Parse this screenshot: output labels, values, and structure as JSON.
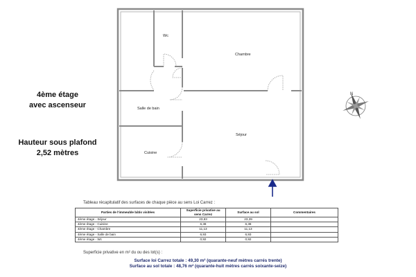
{
  "floor_note": {
    "line1": "4ème étage",
    "line2": "avec ascenseur"
  },
  "ceiling_note": {
    "line1": "Hauteur sous plafond",
    "line2": "2,52 mètres"
  },
  "rooms": {
    "wc": "Wc",
    "chambre": "Chambre",
    "salle_de_bain": "Salle de bain",
    "sejour": "Séjour",
    "cuisine": "Cuisine"
  },
  "compass": {
    "north": "N"
  },
  "table": {
    "caption": "Tableau récapitulatif des surfaces de chaque pièce au sens Loi Carrez :",
    "headers": [
      "Parties de l'immeuble bâtis visitées",
      "Superficie privative au sens Carrez",
      "Surface au sol",
      "Commentaires"
    ],
    "rows": [
      [
        "4ème étage - Séjour",
        "23,83",
        "23,39",
        ""
      ],
      [
        "4ème étage - Cuisine",
        "6,38",
        "6,38",
        ""
      ],
      [
        "4ème étage - Chambre",
        "11,13",
        "11,13",
        ""
      ],
      [
        "4ème étage - Salle de bain",
        "6,93",
        "6,93",
        ""
      ],
      [
        "4ème étage - Wc",
        "0,92",
        "0,92",
        ""
      ]
    ]
  },
  "private_area_line": "Superficie privative en m² du ou des lot(s) :",
  "totals": {
    "carrez": "Surface loi Carrez totale : 49,30 m² (quarante-neuf mètres carrés trente)",
    "sol": "Surface au sol totale : 48,76 m² (quarante-huit mètres carrés soixante-seize)"
  },
  "colors": {
    "wall": "#8a8a8a",
    "wall_fill": "#b0b0b0",
    "arrow": "#1a2a8a",
    "text_blue": "#1f2b6e"
  }
}
